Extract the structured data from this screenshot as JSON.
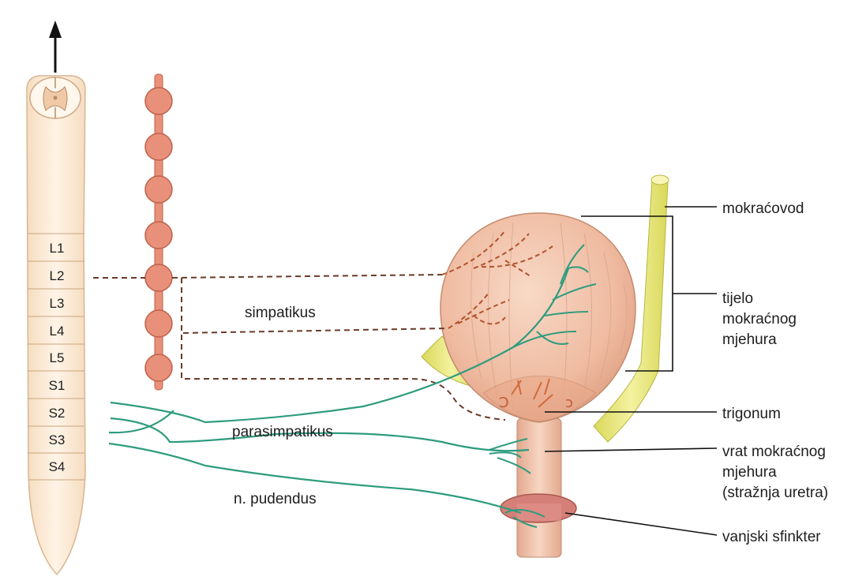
{
  "spinal_cord": {
    "segments": [
      "L1",
      "L2",
      "L3",
      "L4",
      "L5",
      "S1",
      "S2",
      "S3",
      "S4"
    ]
  },
  "pathway_labels": {
    "sympathetic": "simpatikus",
    "parasympathetic": "parasimpatikus",
    "pudendal": "n. pudendus"
  },
  "structure_labels": {
    "ureter": "mokraćovod",
    "bladder_body": [
      "tijelo",
      "mokraćnog",
      "mjehura"
    ],
    "trigone": "trigonum",
    "bladder_neck": [
      "vrat mokraćnog",
      "mjehura",
      "(stražnja uretra)"
    ],
    "external_sphincter": "vanjski sfinkter"
  },
  "colors": {
    "cord_fill": "#fbe9d2",
    "ganglion_fill": "#e8907a",
    "ganglion_stroke": "#c0604a",
    "sympathetic_line": "#6b3a28",
    "parasympathetic_line": "#2e9c7e",
    "bladder_fill": "#f1c0a6",
    "ureter_fill": "#ecec84",
    "sphincter_fill": "#d47f77"
  }
}
